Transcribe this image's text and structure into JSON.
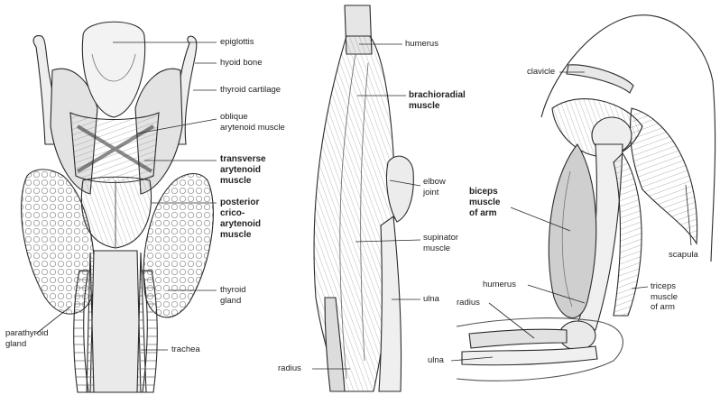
{
  "larynx_panel": {
    "labels": {
      "epiglottis": "epiglottis",
      "hyoid_bone": "hyoid bone",
      "thyroid_cartilage": "thyroid cartilage",
      "oblique_arytenoid": "oblique\narytenoid muscle",
      "transverse_arytenoid": "transverse\narytenoid\nmuscle",
      "posterior_crico_arytenoid": "posterior\ncrico-\narytenoid\nmuscle",
      "thyroid_gland": "thyroid\ngland",
      "parathyroid_gland": "parathyroid\ngland",
      "trachea": "trachea"
    }
  },
  "forearm_panel": {
    "labels": {
      "humerus": "humerus",
      "brachioradialis": "brachioradial\nmuscle",
      "elbow_joint": "elbow\njoint",
      "supinator": "supinator\nmuscle",
      "ulna": "ulna",
      "radius": "radius"
    }
  },
  "arm_panel": {
    "labels": {
      "clavicle": "clavicle",
      "biceps": "biceps\nmuscle\nof arm",
      "scapula": "scapula",
      "humerus": "humerus",
      "radius": "radius",
      "triceps": "triceps\nmuscle\nof arm",
      "ulna": "ulna"
    }
  },
  "colors": {
    "ink": "#2a2a2a",
    "shade": "#9a9a9a",
    "fill_light": "#f1f1f1",
    "fill_mid": "#d8d8d8",
    "fill_dark": "#bdbdbd"
  }
}
